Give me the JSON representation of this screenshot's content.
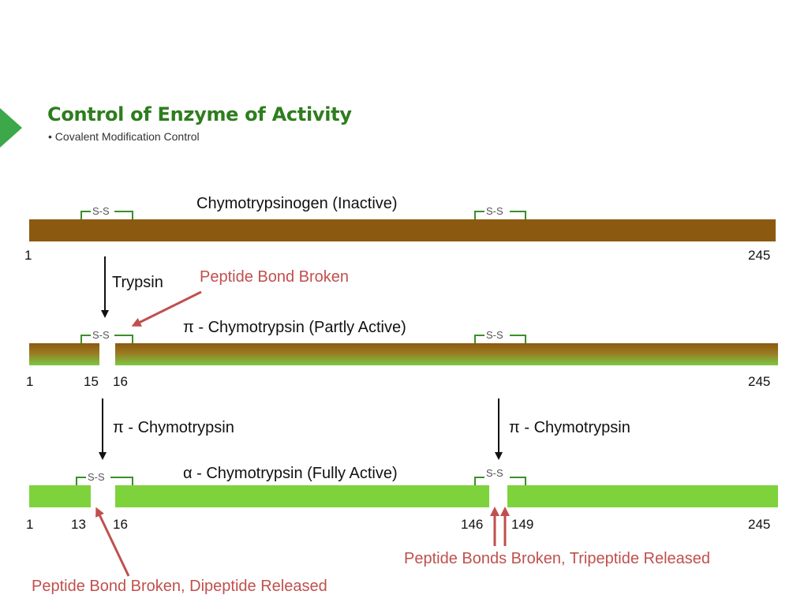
{
  "slide": {
    "title": "Control of Enzyme of Activity",
    "bullet": "• Covalent Modification Control"
  },
  "colors": {
    "title": "#2e7d1e",
    "accent_triangle": "#3ca84a",
    "chain_inactive": "#8b5a10",
    "chain_partial_top": "#8b5a10",
    "chain_partial_bottom": "#7ac943",
    "chain_active": "#7ed33c",
    "bracket": "#3a8f2a",
    "annotation": "#c0504d",
    "arrow": "#111111"
  },
  "chains": [
    {
      "name": "Chymotrypsinogen (Inactive)",
      "disulfides": [
        "S-S",
        "S-S"
      ],
      "residue_labels": [
        "1",
        "245"
      ]
    },
    {
      "name": "π - Chymotrypsin (Partly Active)",
      "disulfides": [
        "S-S",
        "S-S"
      ],
      "residue_labels": [
        "1",
        "15",
        "16",
        "245"
      ]
    },
    {
      "name": "α - Chymotrypsin (Fully Active)",
      "disulfides": [
        "S-S",
        "S-S"
      ],
      "residue_labels": [
        "1",
        "13",
        "16",
        "146",
        "149",
        "245"
      ]
    }
  ],
  "enzymes": {
    "step1": "Trypsin",
    "step2_left": "π - Chymotrypsin",
    "step2_right": "π - Chymotrypsin"
  },
  "annotations": {
    "bond_broken": "Peptide Bond Broken",
    "dipeptide": "Peptide Bond Broken, Dipeptide Released",
    "tripeptide": "Peptide Bonds Broken, Tripeptide Released"
  }
}
